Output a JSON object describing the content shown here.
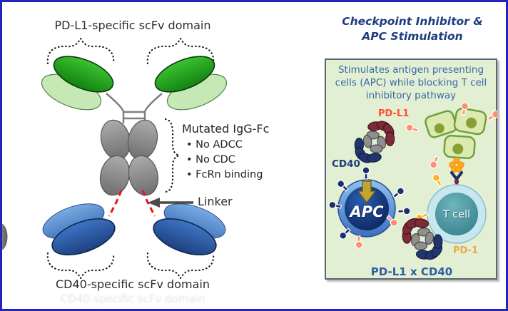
{
  "frame": {
    "border_color": "#2324BF",
    "background": "#FFFFFF"
  },
  "left_diagram": {
    "top_label": "PD-L1-specific scFv domain",
    "fc_label": "Mutated IgG-Fc",
    "fc_bullets": [
      "No ADCC",
      "No CDC",
      "FcRn binding"
    ],
    "linker_label": "Linker",
    "bottom_label": "CD40-specific scFv domain",
    "colors": {
      "scfv_dark_green": "#1CA11C",
      "scfv_light_green": "#C6E8B5",
      "fc_gray": "#8F8F8F",
      "scfv_light_blue": "#5E94D6",
      "scfv_dark_blue": "#2B5CA8",
      "linker_red": "#EE1313"
    }
  },
  "right_panel": {
    "title_line1": "Checkpoint Inhibitor &",
    "title_line2": "APC Stimulation",
    "description": "Stimulates antigen presenting cells (APC) while blocking T cell inhibitory pathway",
    "labels": {
      "pd_l1": "PD-L1",
      "cd40": "CD40",
      "pd_1": "PD-1",
      "apc": "APC",
      "t_cell": "T cell",
      "caption": "PD-L1 x CD40"
    },
    "colors": {
      "panel_bg": "#E3EFD2",
      "title": "#1F3D7D",
      "description": "#3568A8",
      "pd_l1_label": "#FF4F35",
      "cd40_label": "#1F3C78",
      "pd_1_label": "#ECA23B",
      "caption": "#2E5FA5",
      "apc_cell": "#123A7E",
      "t_cell": "#35818D",
      "tumor_cell": "#DCEAB2"
    }
  }
}
